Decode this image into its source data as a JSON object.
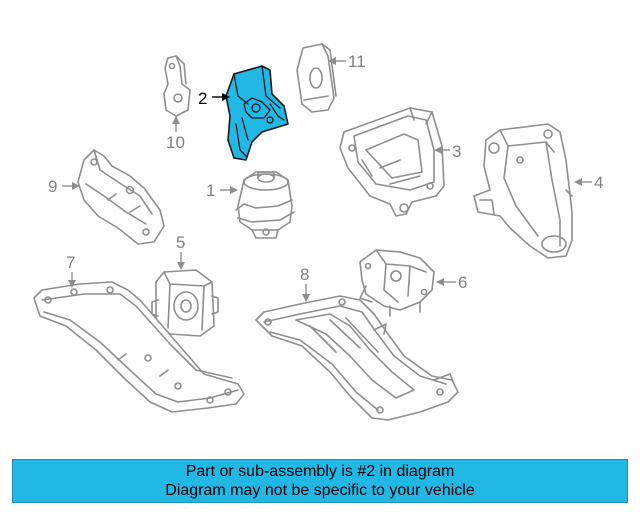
{
  "callouts": [
    {
      "id": "1",
      "label": "1"
    },
    {
      "id": "2",
      "label": "2"
    },
    {
      "id": "3",
      "label": "3"
    },
    {
      "id": "4",
      "label": "4"
    },
    {
      "id": "5",
      "label": "5"
    },
    {
      "id": "6",
      "label": "6"
    },
    {
      "id": "7",
      "label": "7"
    },
    {
      "id": "8",
      "label": "8"
    },
    {
      "id": "9",
      "label": "9"
    },
    {
      "id": "10",
      "label": "10"
    },
    {
      "id": "11",
      "label": "11"
    }
  ],
  "highlighted_part": "2",
  "colors": {
    "highlight": "#22b8e6",
    "banner_bg": "#22b8e6",
    "line_art": "#8e8e8e"
  },
  "banner": {
    "line1": "Part or sub-assembly is #2 in diagram",
    "line2": "Diagram may not be specific to your vehicle"
  }
}
